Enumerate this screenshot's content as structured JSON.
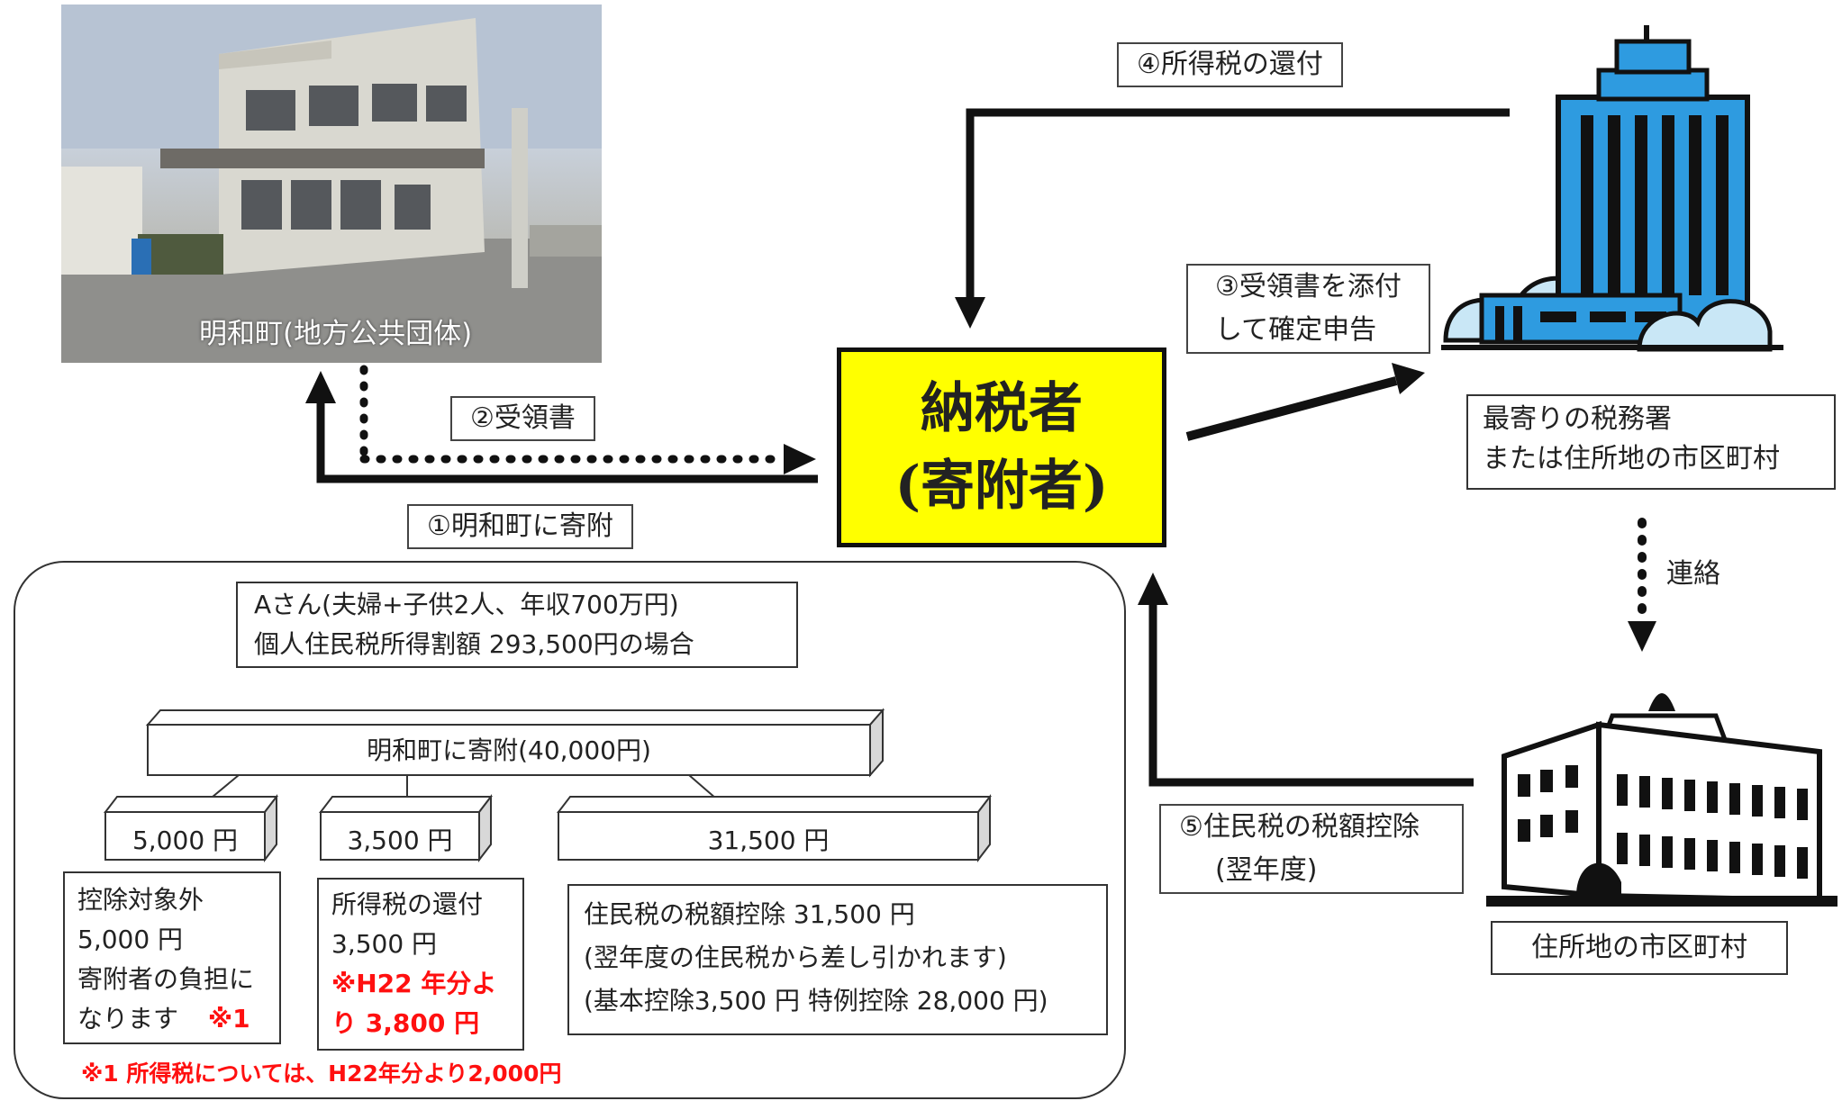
{
  "municipality_label": "明和町(地方公共団体)",
  "taxpayer": {
    "line1": "納税者",
    "line2": "(寄附者)"
  },
  "steps": {
    "s1": "①明和町に寄附",
    "s2": "②受領書",
    "s3_line1": "③受領書を添付",
    "s3_line2": "して確定申告",
    "s4": "④所得税の還付",
    "s5_line1": "⑤住民税の税額控除",
    "s5_line2": "(翌年度)"
  },
  "tax_office": {
    "line1": "最寄りの税務署",
    "line2": "または住所地の市区町村"
  },
  "contact_label": "連絡",
  "city_hall_label": "住所地の市区町村",
  "example": {
    "line1": "Aさん(夫婦+子供2人、年収700万円)",
    "line2": "個人住民税所得割額 293,500円の場合",
    "donation": "明和町に寄附(40,000円)",
    "split": [
      {
        "amount": "5,000 円",
        "desc": [
          "控除対象外",
          "5,000 円",
          "寄附者の負担に",
          "なります"
        ],
        "mark": "※1"
      },
      {
        "amount": "3,500 円",
        "desc": [
          "所得税の還付",
          "3,500 円"
        ],
        "note": [
          "※H22 年分よ",
          "り 3,800 円"
        ]
      },
      {
        "amount": "31,500 円",
        "desc": [
          "住民税の税額控除 31,500 円",
          "(翌年度の住民税から差し引かれます)",
          "(基本控除3,500 円 特例控除 28,000 円)"
        ]
      }
    ],
    "footnote": "※1 所得税については、H22年分より2,000円"
  },
  "colors": {
    "highlight": "#ffff00",
    "building_blue": "#2e9be0",
    "cloud": "#c9e7f6",
    "note_red": "#ff1010"
  }
}
